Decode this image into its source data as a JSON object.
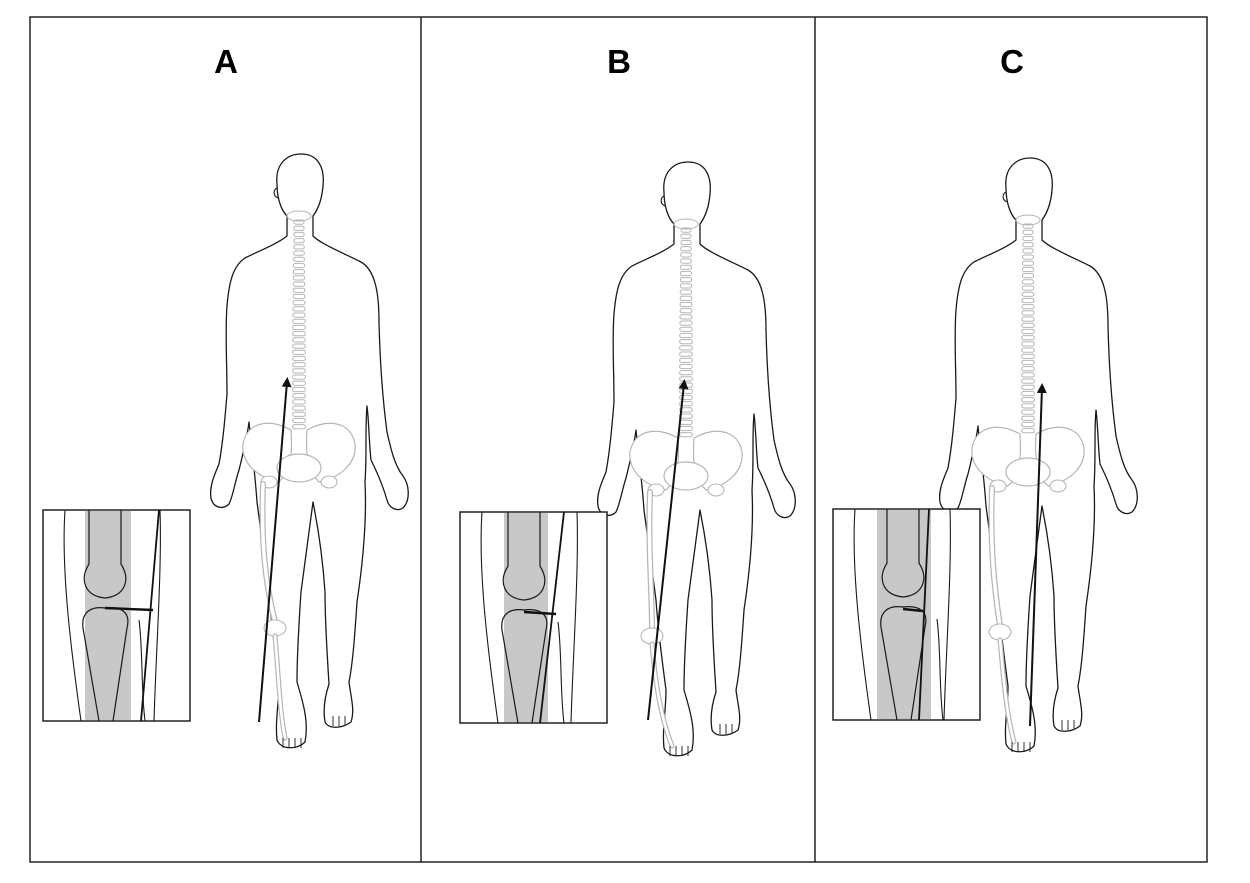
{
  "figure": {
    "panels": [
      {
        "id": "A",
        "label": "A"
      },
      {
        "id": "B",
        "label": "B"
      },
      {
        "id": "C",
        "label": "C"
      }
    ],
    "colors": {
      "line": "#1a1a1a",
      "bone_outline": "#b5b5b5",
      "inset_shading": "#c8c8c8",
      "border": "#222222"
    }
  }
}
